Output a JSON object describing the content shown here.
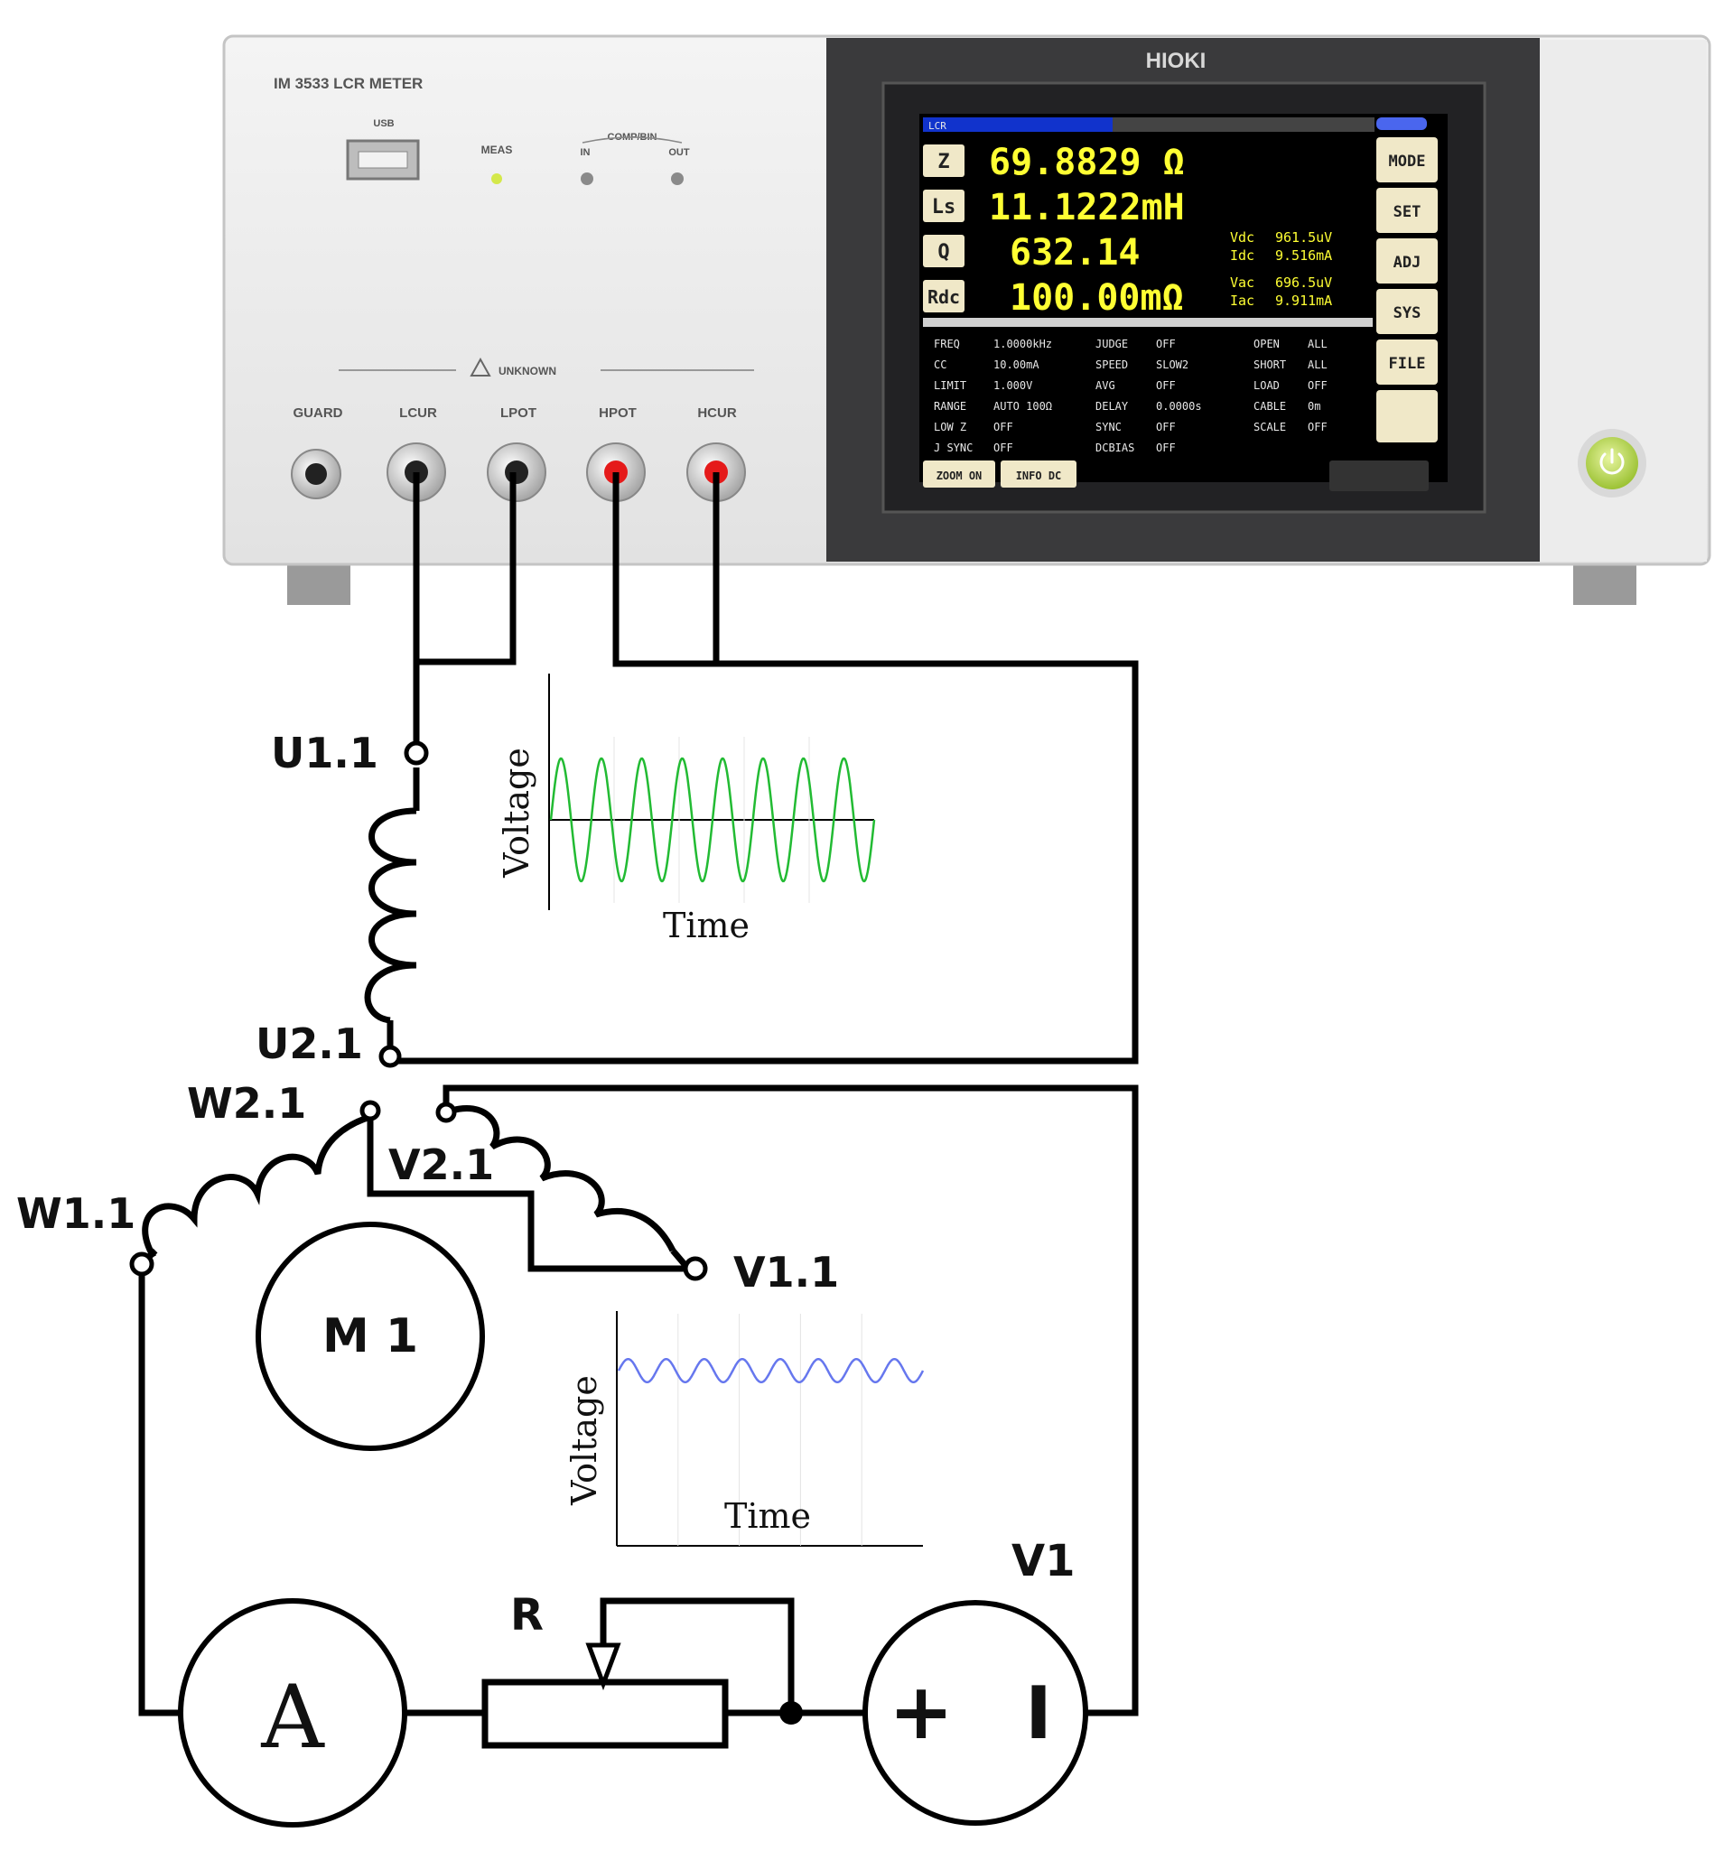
{
  "instrument": {
    "brand": "HIOKI",
    "model": "IM 3533 LCR METER",
    "usb_symbol": "USB",
    "meas_label": "MEAS",
    "comp_label": "COMP/BIN",
    "in_label": "IN",
    "out_label": "OUT",
    "unknown_label": "UNKNOWN",
    "terminals": [
      "GUARD",
      "LCUR",
      "LPOT",
      "HPOT",
      "HCUR"
    ],
    "screen": {
      "header": "LCR",
      "readings": [
        {
          "param": "Z",
          "value": "69.8829 Ω"
        },
        {
          "param": "Ls",
          "value": "11.1222mH"
        },
        {
          "param": "Q",
          "value": "632.14"
        },
        {
          "param": "Rdc",
          "value": "100.00mΩ"
        }
      ],
      "side_values": [
        {
          "label": "Vdc",
          "value": "961.5uV"
        },
        {
          "label": "Idc",
          "value": "9.516mA"
        },
        {
          "label": "Vac",
          "value": "696.5uV"
        },
        {
          "label": "Iac",
          "value": "9.911mA"
        }
      ],
      "settings": [
        [
          "FREQ",
          "1.0000kHz",
          "JUDGE",
          "OFF",
          "OPEN",
          "ALL"
        ],
        [
          "CC",
          "10.00mA",
          "SPEED",
          "SLOW2",
          "SHORT",
          "ALL"
        ],
        [
          "LIMIT",
          "1.000V",
          "AVG",
          "OFF",
          "LOAD",
          "OFF"
        ],
        [
          "RANGE",
          "AUTO 100Ω",
          "DELAY",
          "0.0000s",
          "CABLE",
          "0m"
        ],
        [
          "LOW Z",
          "OFF",
          "SYNC",
          "OFF",
          "SCALE",
          "OFF"
        ],
        [
          "J SYNC",
          "OFF",
          "DCBIAS",
          "OFF",
          "",
          ""
        ]
      ],
      "side_buttons": [
        "MODE",
        "SET",
        "ADJ",
        "SYS",
        "FILE",
        ""
      ],
      "bottom_buttons": [
        "ZOOM ON",
        "INFO DC"
      ]
    }
  },
  "circuit": {
    "labels": {
      "u11": "U1.1",
      "u21": "U2.1",
      "w21": "W2.1",
      "v21": "V2.1",
      "w11": "W1.1",
      "v11": "V1.1",
      "motor": "M 1",
      "resistor": "R",
      "source": "V1",
      "ammeter": "A",
      "plus": "+",
      "minus": "I"
    },
    "plots": [
      {
        "ylabel": "Voltage",
        "xlabel": "Time",
        "color": "#22bb33",
        "cycles": 8,
        "amplitude": 1.0
      },
      {
        "ylabel": "Voltage",
        "xlabel": "Time",
        "color": "#6677ee",
        "cycles": 8,
        "amplitude": 0.4
      }
    ]
  }
}
